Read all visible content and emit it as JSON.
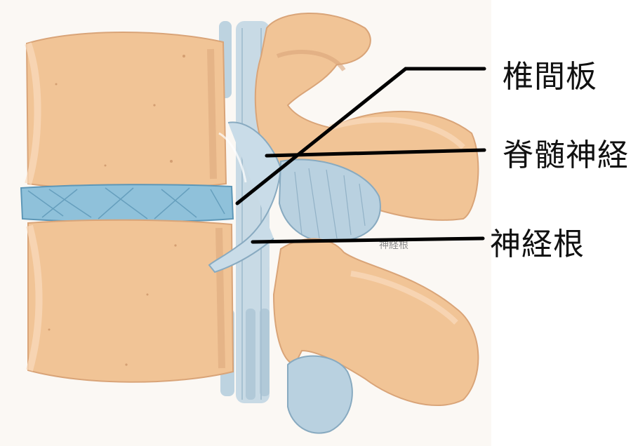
{
  "labels": {
    "intervertebral_disc": "椎間板",
    "spinal_cord": "脊髄神経",
    "nerve_root": "神経根",
    "faint_illustration_text": "神経根"
  },
  "colors": {
    "bone": "#f1c496",
    "bone_shadow": "#dba579",
    "bone_highlight": "#f9dcbd",
    "disc": "#8fc1da",
    "disc_line": "#5d97b7",
    "nerve": "#b9d1e0",
    "nerve_dark": "#88aac0",
    "callout_line": "#000000",
    "paper": "#f7f2ec"
  },
  "icons": {
    "upper_vertebra": "upper-vertebral-body",
    "lower_vertebra": "lower-vertebral-body"
  }
}
